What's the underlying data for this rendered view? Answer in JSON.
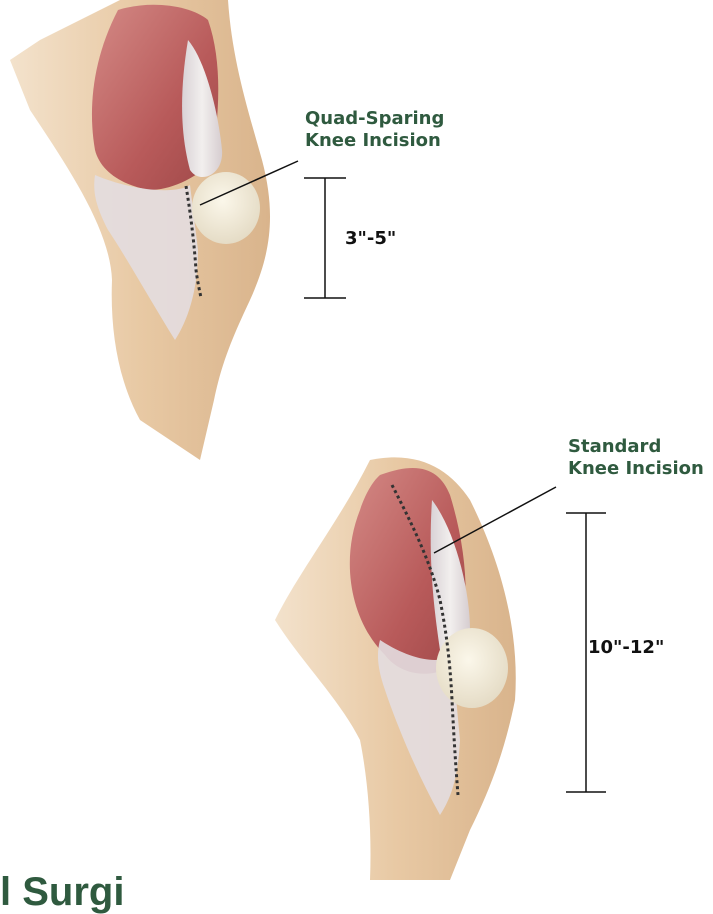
{
  "colors": {
    "label_green": "#2f5a3f",
    "muscle_red": "#b85a5a",
    "tendon_white": "#ece8e6",
    "skin_tan": "#e8c9a4",
    "incision": "#333333"
  },
  "top_label": {
    "line1": "Quad-Sparing",
    "line2": "Knee Incision"
  },
  "top_measurement": "3\"-5\"",
  "bottom_label": {
    "line1": "Standard",
    "line2": "Knee Incision"
  },
  "bottom_measurement": "10\"-12\"",
  "footer_partial": "l Surgi"
}
